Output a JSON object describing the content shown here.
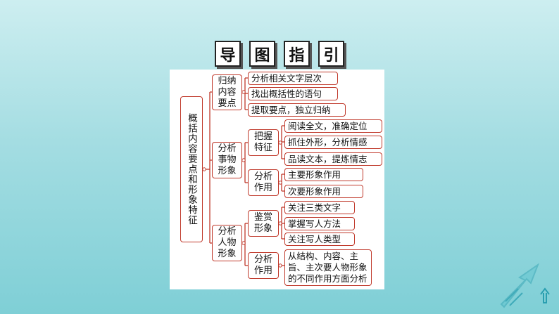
{
  "title_chars": [
    "导",
    "图",
    "指",
    "引"
  ],
  "root": "概括内容要点和形象特征",
  "branches": [
    {
      "label": "归纳内容要点",
      "leaves": [
        "分析相关文字层次",
        "找出概括性的语句",
        "提取要点，独立归纳"
      ]
    },
    {
      "label": "分析事物形象",
      "subs": [
        {
          "label": "把握特征",
          "leaves": [
            "阅读全文，准确定位",
            "抓住外形，分析情感",
            "品读文本，提炼情志"
          ]
        },
        {
          "label": "分析作用",
          "leaves": [
            "主要形象作用",
            "次要形象作用"
          ]
        }
      ]
    },
    {
      "label": "分析人物形象",
      "subs": [
        {
          "label": "鉴赏形象",
          "leaves": [
            "关注三类文字",
            "掌握写人方法",
            "关注写人类型"
          ]
        },
        {
          "label": "分析作用",
          "leaves": [
            "从结构、内容、主旨、主次要人物形象的不同作用方面分析"
          ]
        }
      ]
    }
  ],
  "colors": {
    "border": "#c0392b",
    "background_top": "#cdeef0",
    "background_bottom": "#7fcfd6"
  },
  "decor_icon": "upward-arrow-icon"
}
